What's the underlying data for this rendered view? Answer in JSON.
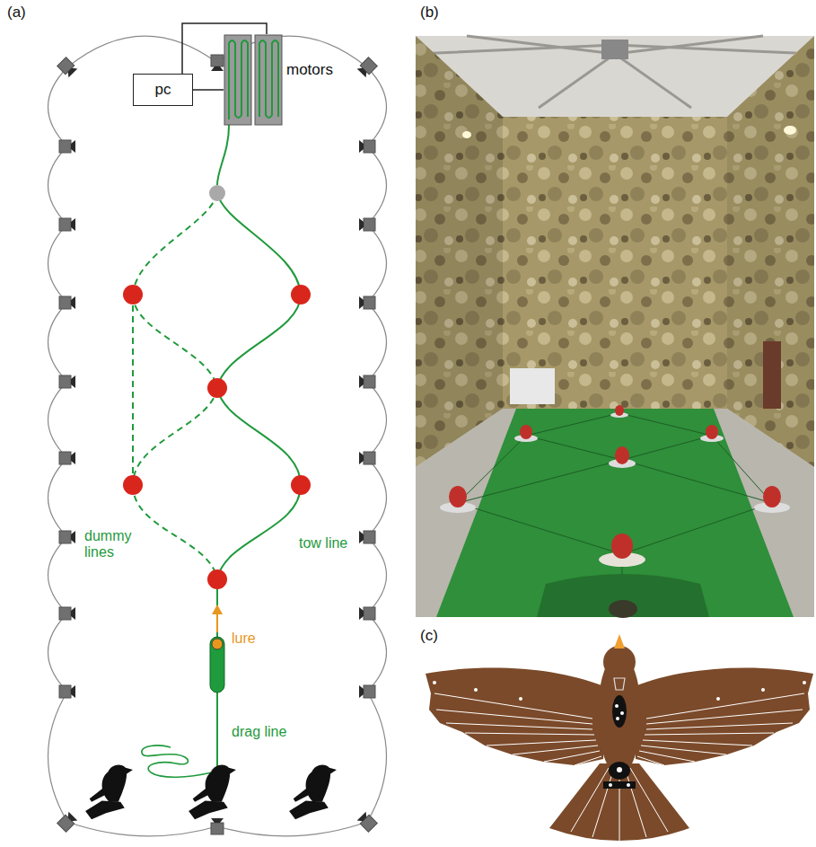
{
  "diagram": {
    "nodes": [
      {
        "text": [
          "pc"
        ]
      },
      {
        "text": [
          "motors"
        ]
      }
    ],
    "edges": [
      {
        "from": 0,
        "to": 1,
        "arrow": "none"
      }
    ],
    "labels": [
      "(a)",
      "(b)",
      "(c)",
      "dummy lines",
      "tow line",
      "lure",
      "drag line"
    ]
  }
}
